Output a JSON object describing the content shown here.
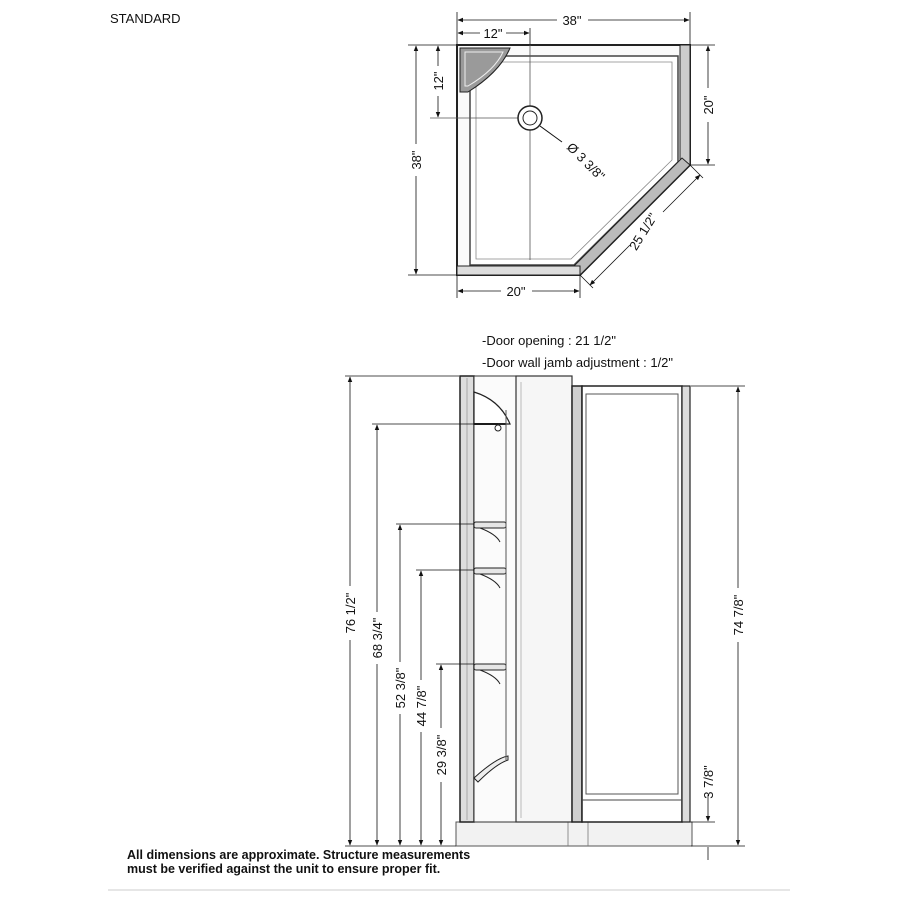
{
  "header": {
    "variant": "STANDARD"
  },
  "top_view": {
    "width_overall": "38\"",
    "width_left_offset": "12\"",
    "depth_overall": "38\"",
    "depth_top_offset": "12\"",
    "right_side": "20\"",
    "bottom_side": "20\"",
    "angled_side": "25 1/2\"",
    "drain_diameter": "Ø 3 3/8\""
  },
  "door_info": {
    "opening": "-Door opening : 21 1/2\"",
    "jamb": "-Door wall jamb adjustment : 1/2\""
  },
  "elevation": {
    "total_height": "76 1/2\"",
    "shelf_top": "68 3/4\"",
    "shelf_2": "52 3/8\"",
    "shelf_3": "44 7/8\"",
    "shelf_4": "29 3/8\"",
    "door_height": "74 7/8\"",
    "base_height": "3 7/8\""
  },
  "footer": {
    "line1": "All dimensions are approximate. Structure measurements",
    "line2": "must be verified against the unit to ensure proper fit."
  },
  "colors": {
    "line": "#111111",
    "frame": "#333333",
    "panel": "#f4f4f4"
  }
}
